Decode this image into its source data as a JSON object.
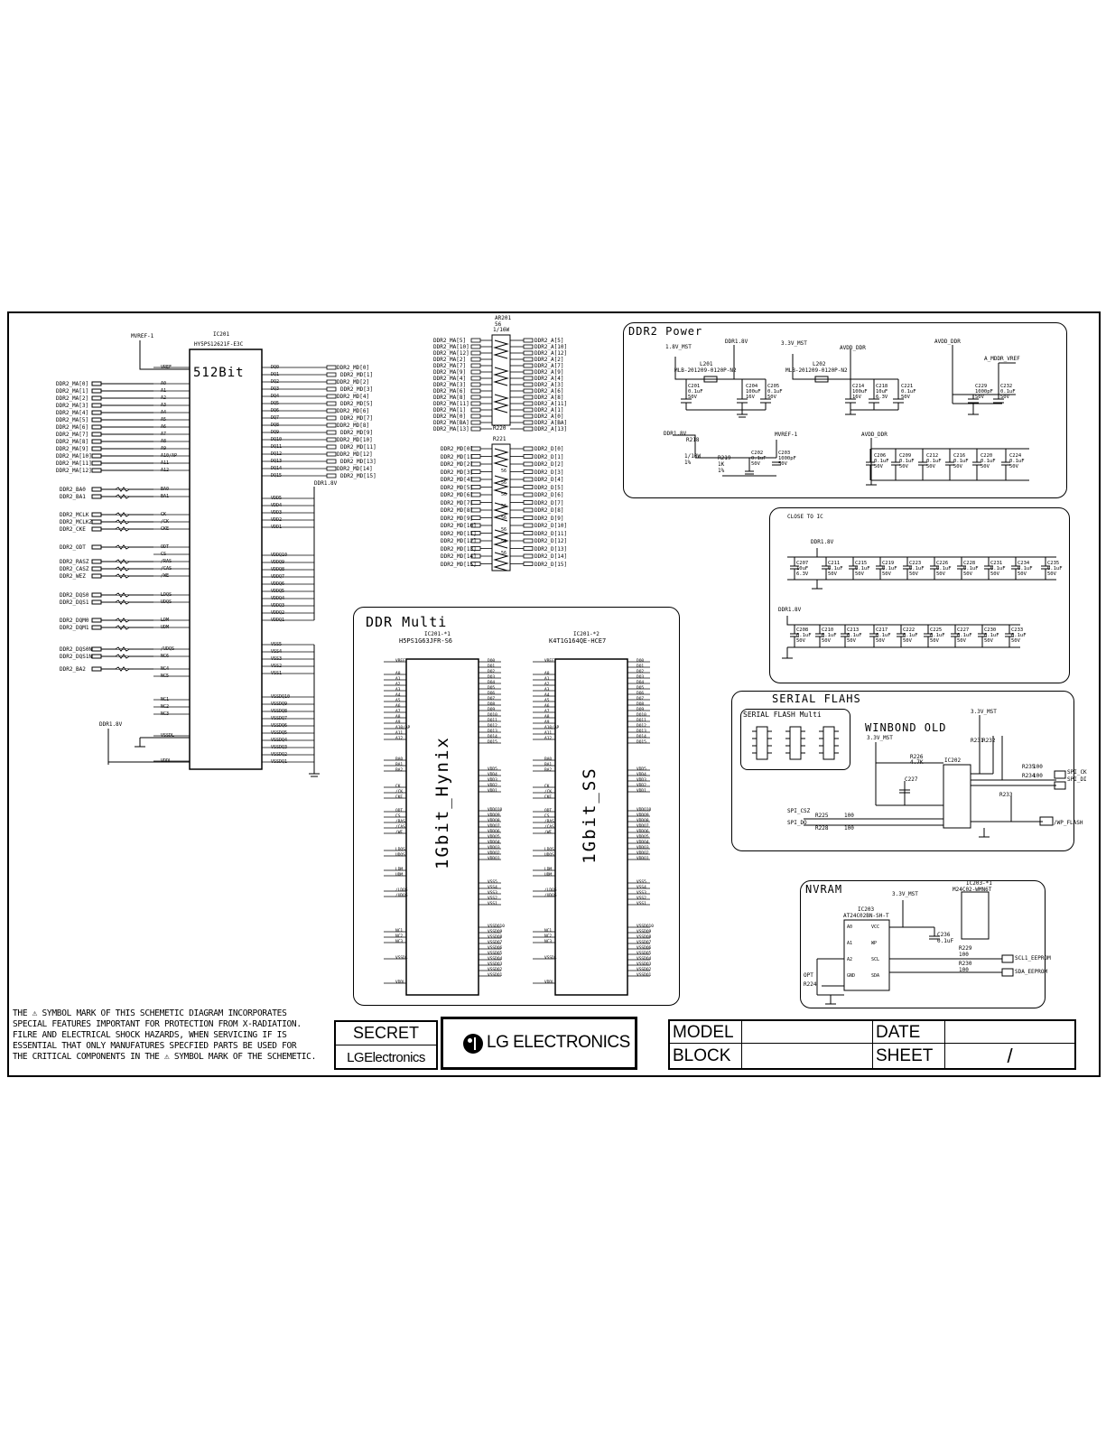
{
  "ic201": {
    "ref": "IC201",
    "part": "HY5PS12621F-E3C",
    "capacity": "512Bit",
    "left_pins": [
      "VREF",
      "A0",
      "A1",
      "A2",
      "A3",
      "A4",
      "A5",
      "A6",
      "A7",
      "A8",
      "A9",
      "A10/AP",
      "A11",
      "A12",
      "BA0",
      "BA1",
      "CK",
      "/CK",
      "CKE",
      "ODT",
      "CS",
      "/RAS",
      "/CAS",
      "/WE",
      "LDQS",
      "UDQS",
      "LDM",
      "UDM",
      "/UDQS",
      "NC6",
      "NC4",
      "NC5",
      "NC1",
      "NC2",
      "NC3",
      "VSSDL",
      "VDDL"
    ],
    "right_pins": [
      "DQ0",
      "DQ1",
      "DQ2",
      "DQ3",
      "DQ4",
      "DQ5",
      "DQ6",
      "DQ7",
      "DQ8",
      "DQ9",
      "DQ10",
      "DQ11",
      "DQ12",
      "DQ13",
      "DQ14",
      "DQ15",
      "VDD5",
      "VDD4",
      "VDD3",
      "VDD2",
      "VDD1",
      "VDDQ10",
      "VDDQ9",
      "VDDQ8",
      "VDDQ7",
      "VDDQ6",
      "VDDQ5",
      "VDDQ4",
      "VDDQ3",
      "VDDQ2",
      "VDDQ1",
      "VSS5",
      "VSS4",
      "VSS3",
      "VSS2",
      "VSS1",
      "VSSDQ10",
      "VSSDQ9",
      "VSSDQ8",
      "VSSDQ7",
      "VSSDQ6",
      "VSSDQ5",
      "VSSDQ4",
      "VSSDQ3",
      "VSSDQ2",
      "VSSDQ1"
    ],
    "addr_nets": [
      "DDR2_MA[0]",
      "DDR2_MA[1]",
      "DDR2_MA[2]",
      "DDR2_MA[3]",
      "DDR2_MA[4]",
      "DDR2_MA[5]",
      "DDR2_MA[6]",
      "DDR2_MA[7]",
      "DDR2_MA[8]",
      "DDR2_MA[9]",
      "DDR2_MA[10]",
      "DDR2_MA[11]",
      "DDR2_MA[12]"
    ],
    "ctrl_nets": [
      "DDR2_BA0",
      "DDR2_BA1",
      "DDR2_MCLK",
      "DDR2_MCLKZ",
      "DDR2_CKE",
      "DDR2_ODT",
      "DDR2_RASZ",
      "DDR2_CASZ",
      "DDR2_WEZ",
      "DDR2_DQS0",
      "DDR2_DQS1",
      "DDR2_DQM0",
      "DDR2_DQM1",
      "DDR2_DQS0N",
      "DDR2_DQS1N",
      "DDR2_BA2"
    ],
    "data_nets": [
      "DDR2_MD[0]",
      "DDR2_MD[1]",
      "DDR2_MD[2]",
      "DDR2_MD[3]",
      "DDR2_MD[4]",
      "DDR2_MD[5]",
      "DDR2_MD[6]",
      "DDR2_MD[7]",
      "DDR2_MD[8]",
      "DDR2_MD[9]",
      "DDR2_MD[10]",
      "DDR2_MD[11]",
      "DDR2_MD[12]",
      "DDR2_MD[13]",
      "DDR2_MD[14]",
      "DDR2_MD[15]"
    ],
    "vref_net": "MVREF-1",
    "power_net": "DDR1.8V",
    "vddl_net": "DDR1.8V"
  },
  "array": {
    "ref": "AR201",
    "value": "56",
    "tol": "1/16W",
    "left_nets": [
      "DDR2_MA[5]",
      "DDR2_MA[10]",
      "DDR2_MA[12]",
      "DDR2_MA[2]",
      "DDR2_MA[7]",
      "DDR2_MA[9]",
      "DDR2_MA[4]",
      "DDR2_MA[3]",
      "DDR2_MA[6]",
      "DDR2_MA[8]",
      "DDR2_MA[11]",
      "DDR2_MA[1]",
      "DDR2_MA[0]",
      "DDR2_MA[BA]",
      "DDR2_MA[13]",
      "DDR2_MD[0]",
      "DDR2_MD[1]",
      "DDR2_MD[2]",
      "DDR2_MD[3]",
      "DDR2_MD[4]",
      "DDR2_MD[5]",
      "DDR2_MD[6]",
      "DDR2_MD[7]",
      "DDR2_MD[8]",
      "DDR2_MD[9]",
      "DDR2_MD[10]",
      "DDR2_MD[11]",
      "DDR2_MD[12]",
      "DDR2_MD[13]",
      "DDR2_MD[14]",
      "DDR2_MD[15]"
    ],
    "right_nets": [
      "DDR2_A[5]",
      "DDR2_A[10]",
      "DDR2_A[12]",
      "DDR2_A[2]",
      "DDR2_A[7]",
      "DDR2_A[9]",
      "DDR2_A[4]",
      "DDR2_A[3]",
      "DDR2_A[6]",
      "DDR2_A[8]",
      "DDR2_A[11]",
      "DDR2_A[1]",
      "DDR2_A[0]",
      "DDR2_A[BA]",
      "DDR2_A[13]",
      "DDR2_D[0]",
      "DDR2_D[1]",
      "DDR2_D[2]",
      "DDR2_D[3]",
      "DDR2_D[4]",
      "DDR2_D[5]",
      "DDR2_D[6]",
      "DDR2_D[7]",
      "DDR2_D[8]",
      "DDR2_D[9]",
      "DDR2_D[10]",
      "DDR2_D[11]",
      "DDR2_D[12]",
      "DDR2_D[13]",
      "DDR2_D[14]",
      "DDR2_D[15]"
    ],
    "resistor_values": [
      "56",
      "56",
      "56",
      "56",
      "56",
      "56",
      "56",
      "56"
    ],
    "r220": "R220",
    "r221": "R221"
  },
  "ddr2_power": {
    "title": "DDR2 Power",
    "nets": [
      "1.8V_MST",
      "DDR1.8V",
      "3.3V_MST",
      "AVDD_DDR",
      "AVDD_DDR",
      "A_MDDR_VREF",
      "DDR1.8V",
      "MVREF-1",
      "AVDD_DDR"
    ],
    "l201": "L201",
    "l201_part": "MLB-201209-0120P-N2",
    "l202": "L202",
    "l202_part": "MLB-201209-0120P-N2",
    "caps_top": [
      "C201\n0.1uF\n50V",
      "C204\n100uF\n16V",
      "C205\n0.1uF\n50V",
      "C214\n100uF\n16V",
      "C218\n10uF\n6.3V",
      "C221\n0.1uF\n50V",
      "C229\n1000pF\n50V",
      "C232\n0.1uF\n50V"
    ],
    "caps_bottom": [
      "C202\n0.1uF\n50V",
      "C203\n1000pF\n50V",
      "C206\n0.1uF\n50V",
      "C209\n0.1uF\n50V",
      "C212\n0.1uF\n50V",
      "C216\n0.1uF\n50V",
      "C220\n0.1uF\n50V",
      "C224\n0.1uF\n50V"
    ],
    "r218": "R218",
    "r218_val": "1/10W\n1%",
    "r219": "R219",
    "r219_val": "1K\n1%"
  },
  "close_to_ic": {
    "title": "CLOSE TO IC",
    "net1": "DDR1.8V",
    "net2": "DDR1.8V",
    "row1": [
      "C207\n10uF\n6.3V",
      "C211\n0.1uF\n50V",
      "C215\n0.1uF\n50V",
      "C219\n0.1uF\n50V",
      "C223\n0.1uF\n50V",
      "C226\n0.1uF\n50V",
      "C228\n0.1uF\n50V",
      "C231\n0.1uF\n50V",
      "C234\n0.1uF\n50V",
      "C235\n0.1uF\n50V"
    ],
    "row2": [
      "C208\n0.1uF\n50V",
      "C210\n0.1uF\n50V",
      "C213\n0.1uF\n50V",
      "C217\n0.1uF\n50V",
      "C222\n0.1uF\n50V",
      "C225\n0.1uF\n50V",
      "C227\n0.1uF\n50V",
      "C230\n0.1uF\n50V",
      "C233\n0.1uF\n50V"
    ]
  },
  "ddr_multi": {
    "title": "DDR Multi",
    "chip1_ref": "IC201-*1",
    "chip1_part": "H5PS1G63JFR-S6",
    "chip1_label": "1Gbit_Hynix",
    "chip2_ref": "IC201-*2",
    "chip2_part": "K4T1G164QE-HCE7",
    "chip2_label": "1Gbit_SS",
    "left_pins": [
      "VREF",
      "A0",
      "A1",
      "A2",
      "A3",
      "A4",
      "A5",
      "A6",
      "A7",
      "A8",
      "A9",
      "A10/AP",
      "A11",
      "A12",
      "BA0",
      "BA1",
      "BA2",
      "CK",
      "/CK",
      "CKE",
      "ODT",
      "CS",
      "/RAS",
      "/CAS",
      "/WE",
      "LDQS",
      "UDQS",
      "LDM",
      "UDM",
      "/LDQS",
      "/UDQS",
      "NC1",
      "NC2",
      "NC3",
      "VSSDL",
      "VDDL"
    ],
    "right_pins": [
      "DQ0",
      "DQ1",
      "DQ2",
      "DQ3",
      "DQ4",
      "DQ5",
      "DQ6",
      "DQ7",
      "DQ8",
      "DQ9",
      "DQ10",
      "DQ11",
      "DQ12",
      "DQ13",
      "DQ14",
      "DQ15",
      "VDD5",
      "VDD4",
      "VDD3",
      "VDD2",
      "VDD1",
      "VDDQ10",
      "VDDQ9",
      "VDDQ8",
      "VDDQ7",
      "VDDQ6",
      "VDDQ5",
      "VDDQ4",
      "VDDQ3",
      "VDDQ2",
      "VDDQ1",
      "VSS5",
      "VSS4",
      "VSS3",
      "VSS2",
      "VSS1",
      "VSSDQ10",
      "VSSDQ9",
      "VSSDQ8",
      "VSSDQ7",
      "VSSDQ6",
      "VSSDQ5",
      "VSSDQ4",
      "VSSDQ3",
      "VSSDQ2",
      "VSSDQ1"
    ]
  },
  "serial_flash": {
    "title": "SERIAL FLAHS",
    "multi_title": "SERIAL FLASH Multi",
    "old_title": "WINBOND OLD",
    "net_33": "3.3V_MST",
    "net_33b": "3.3V_MST",
    "r226": "R226",
    "r226_val": "4.7K",
    "r231": "R231",
    "r232": "R232",
    "r233": "R233",
    "r234": "R234",
    "r235": "R235",
    "r225": "R225",
    "r228": "R228",
    "c227": "C227",
    "ic": "IC202",
    "spi_ck": "SPI_CK",
    "spi_di": "SPI_DI",
    "spi_csz": "SPI_CSZ",
    "spi_do": "SPI_DO",
    "wp_flash": "/WP_FLASH",
    "val100": "100",
    "val100b": "100",
    "val100c": "100",
    "val100d": "100"
  },
  "nvram": {
    "title": "NVRAM",
    "net_33": "3.3V_MST",
    "ic_ref": "IC203",
    "ic_part": "AT24C02BN-SH-T",
    "ic2_ref": "IC203-*1",
    "ic2_part": "M24C02-WMN6T",
    "c236": "C236\n0.1uF",
    "r224": "R224",
    "r229": "R229\n100",
    "r230": "R230\n100",
    "wp": "OPT",
    "pins_left": [
      "A0",
      "A1",
      "A2",
      "GND"
    ],
    "pins_right": [
      "VCC",
      "WP",
      "SCL",
      "SDA"
    ],
    "scl_net": "SCL1_EEPROM",
    "sda_net": "SDA_EEPROM"
  },
  "notice": {
    "line1": "THE ⚠ SYMBOL MARK OF THIS SCHEMETIC DIAGRAM INCORPORATES",
    "line2": "SPECIAL FEATURES IMPORTANT FOR PROTECTION FROM X-RADIATION.",
    "line3": "FILRE AND ELECTRICAL SHOCK HAZARDS, WHEN SERVICING IF IS",
    "line4": "ESSENTIAL THAT ONLY MANUFATURES SPECFIED PARTS BE USED FOR",
    "line5": "THE CRITICAL COMPONENTS IN THE ⚠ SYMBOL MARK OF THE SCHEMETIC."
  },
  "title_block": {
    "secret": "SECRET",
    "brand_small": "LGElectronics",
    "brand_large": "LG ELECTRONICS",
    "model": "MODEL",
    "block": "BLOCK",
    "date": "DATE",
    "sheet": "SHEET",
    "sheet_value": "/"
  }
}
